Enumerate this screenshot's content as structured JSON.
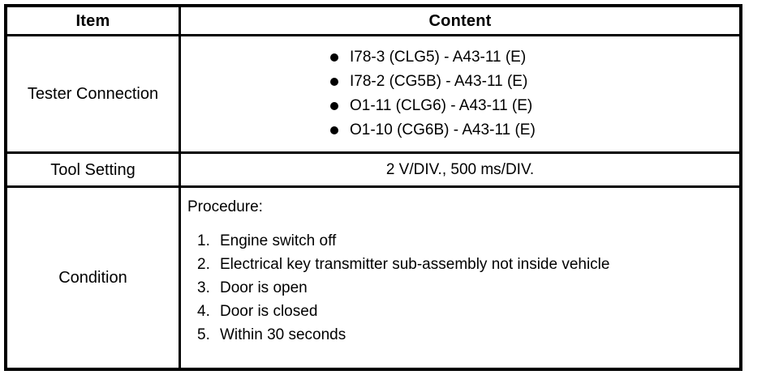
{
  "table": {
    "headers": {
      "item": "Item",
      "content": "Content"
    },
    "rows": [
      {
        "label": "Tester Connection",
        "type": "bullets",
        "bullet_icon": "filled-circle-bullet",
        "items": [
          "I78-3 (CLG5) - A43-11 (E)",
          "I78-2 (CG5B) - A43-11 (E)",
          "O1-11 (CLG6) - A43-11 (E)",
          "O1-10 (CG6B) - A43-11 (E)"
        ]
      },
      {
        "label": "Tool Setting",
        "type": "value",
        "value": "2 V/DIV., 500 ms/DIV."
      },
      {
        "label": "Condition",
        "type": "procedure",
        "procedure_title": "Procedure:",
        "steps": [
          {
            "num": "1.",
            "text": "Engine switch off"
          },
          {
            "num": "2.",
            "text": "Electrical key transmitter sub-assembly not inside vehicle"
          },
          {
            "num": "3.",
            "text": "Door is open"
          },
          {
            "num": "4.",
            "text": "Door is closed"
          },
          {
            "num": "5.",
            "text": "Within 30 seconds"
          }
        ]
      }
    ]
  },
  "colors": {
    "border": "#000000",
    "text": "#000000",
    "background": "#ffffff"
  }
}
